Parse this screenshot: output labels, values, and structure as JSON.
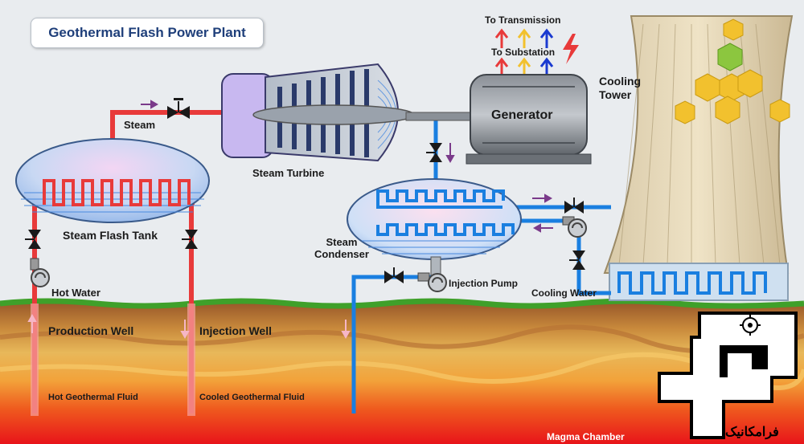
{
  "title": "Geothermal Flash Power Plant",
  "labels": {
    "to_transmission": "To Transmission",
    "to_substation": "To Substation",
    "generator": "Generator",
    "cooling_tower": "Cooling\nTower",
    "steam": "Steam",
    "steam_turbine": "Steam Turbine",
    "steam_flash_tank": "Steam Flash Tank",
    "steam_condenser": "Steam\nCondenser",
    "hot_water": "Hot Water",
    "injection_pump": "Injection Pump",
    "cooling_water": "Cooling Water",
    "production_well": "Production Well",
    "injection_well": "Injection Well",
    "hot_geothermal_fluid": "Hot Geothermal Fluid",
    "cooled_geothermal_fluid": "Cooled Geothermal Fluid",
    "magma_chamber": "Magma Chamber"
  },
  "brand": {
    "name": "فرامکانیک"
  },
  "colors": {
    "hot_pipe": "#e83a3a",
    "cold_pipe": "#1a7fe0",
    "title_text": "#1f3f7a",
    "cube": "#f2c12e",
    "cube_green": "#8cc63f"
  },
  "icons": [
    "valve-icon",
    "pump-icon",
    "lightning-icon",
    "gear-icon",
    "arrow-up-icon",
    "arrow-down-icon"
  ]
}
